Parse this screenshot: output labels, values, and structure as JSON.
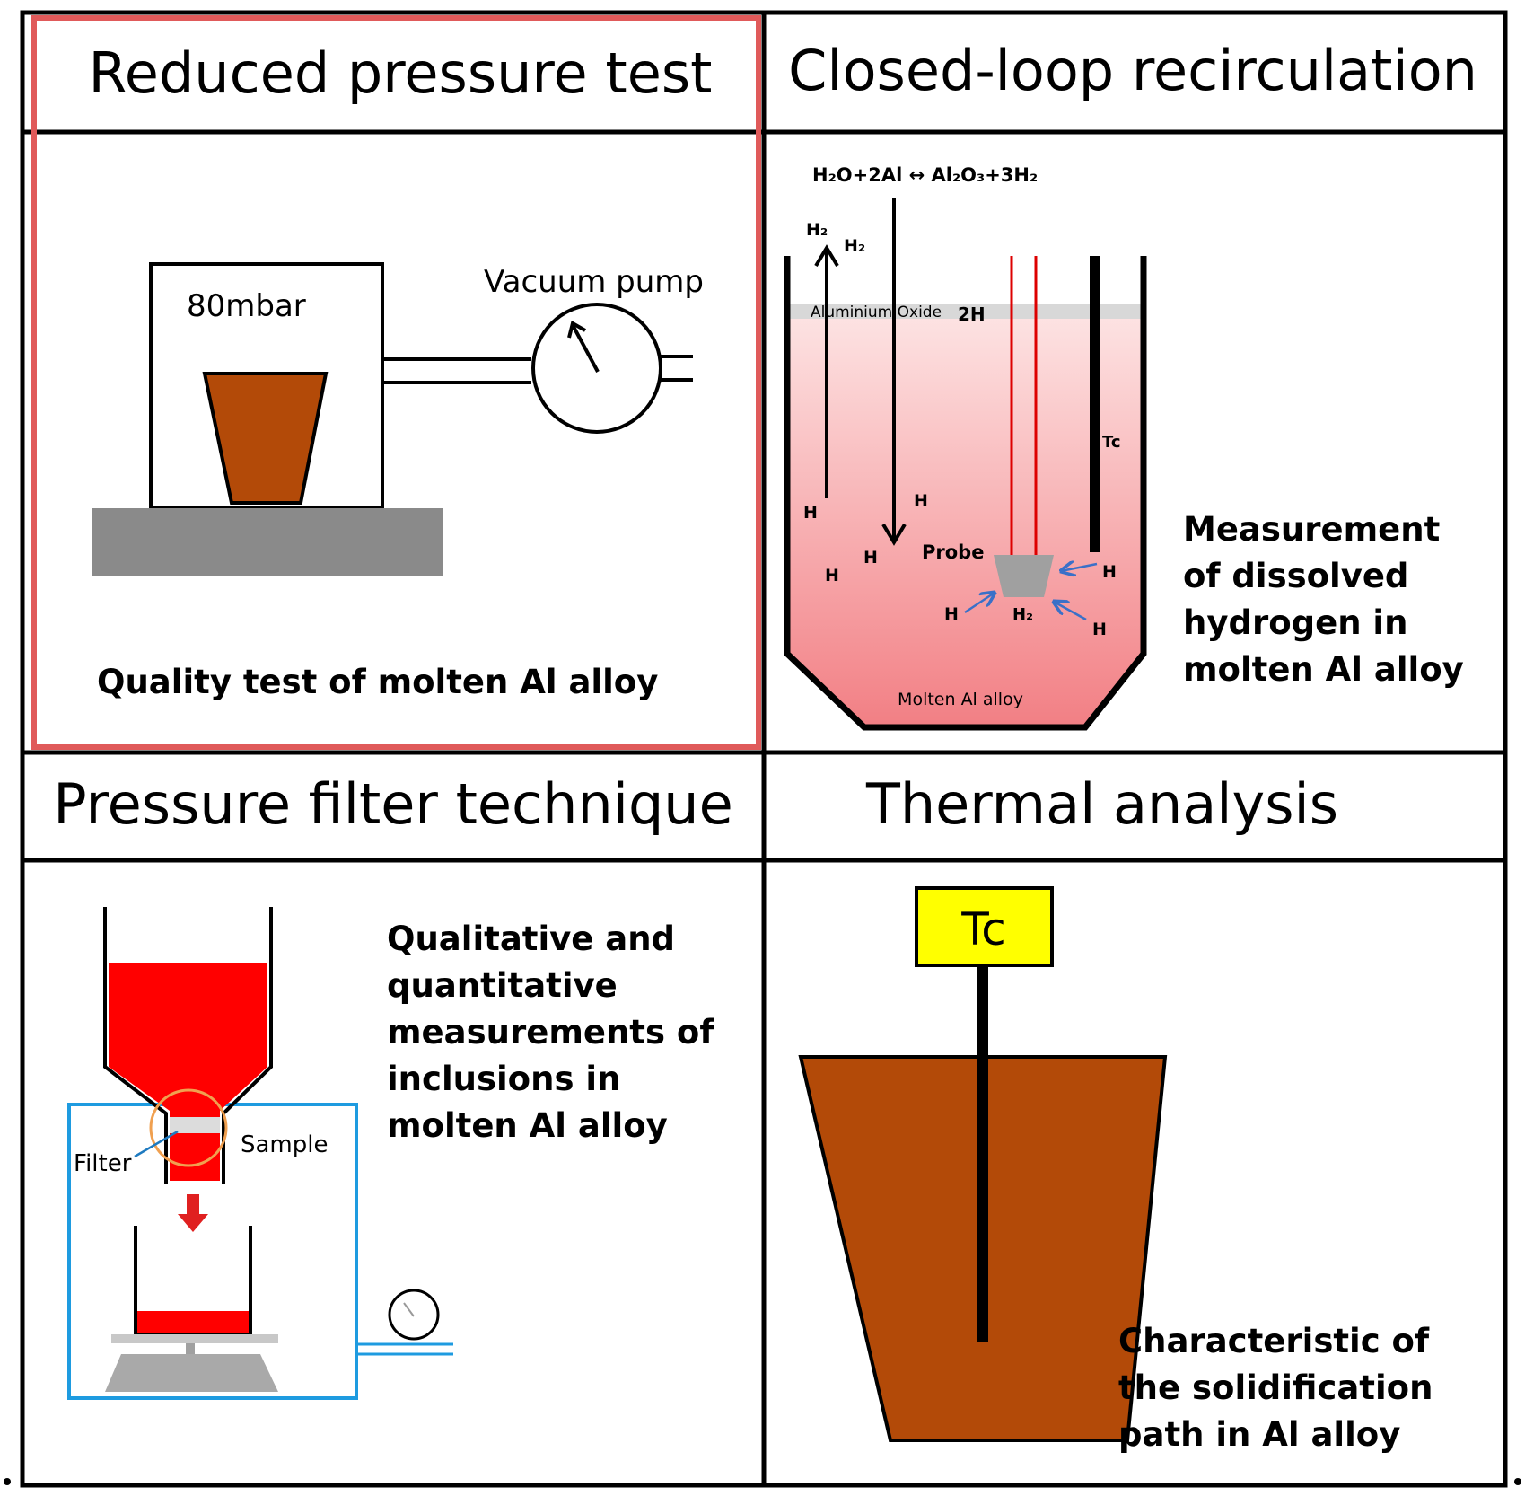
{
  "panels": {
    "reduced_pressure": {
      "title": "Reduced pressure test",
      "pressure_label": "80mbar",
      "pump_label": "Vacuum pump",
      "caption": "Quality test of molten Al alloy",
      "highlight_color": "#e05a5a"
    },
    "closed_loop": {
      "title": "Closed-loop recirculation",
      "reaction": "H₂O+2Al ↔ Al₂O₃+3H₂",
      "oxide_label": "Aluminium Oxide",
      "oxide_species": "2H",
      "rising_gas_1": "H₂",
      "rising_gas_2": "H₂",
      "probe_label": "Probe",
      "probe_gas": "H₂",
      "thermocouple_label": "Tc",
      "hydrogen_atom": "H",
      "melt_label": "Molten Al alloy",
      "caption_lines": [
        "Measurement",
        "of dissolved",
        "hydrogen in",
        "molten Al alloy"
      ]
    },
    "pressure_filter": {
      "title": "Pressure filter technique",
      "filter_label": "Filter",
      "sample_label": "Sample",
      "caption_lines": [
        "Qualitative and",
        "quantitative",
        "measurements of",
        "inclusions in",
        "molten Al alloy"
      ],
      "chamber_color": "#1e9be0",
      "ring_color": "#f0a050"
    },
    "thermal": {
      "title": "Thermal analysis",
      "tc_label": "Tc",
      "tc_color": "#ffff00",
      "caption_lines": [
        "Characteristic of",
        "the solidification",
        "path in Al alloy"
      ]
    }
  },
  "colors": {
    "crucible": "#b34a08",
    "molten_red": "#ff0000",
    "melt_pink": "#f4a0a0",
    "stand_gray": "#8a8a8a"
  }
}
